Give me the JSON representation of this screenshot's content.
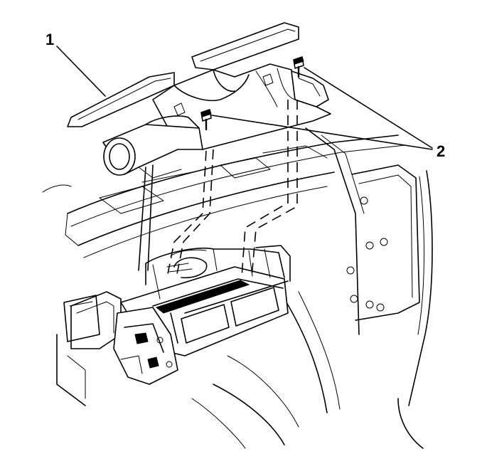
{
  "callouts": [
    {
      "label": "1",
      "part": "duct"
    },
    {
      "label": "2",
      "part": "bolts"
    }
  ],
  "colors": {
    "line": "#000000",
    "background": "#ffffff"
  }
}
